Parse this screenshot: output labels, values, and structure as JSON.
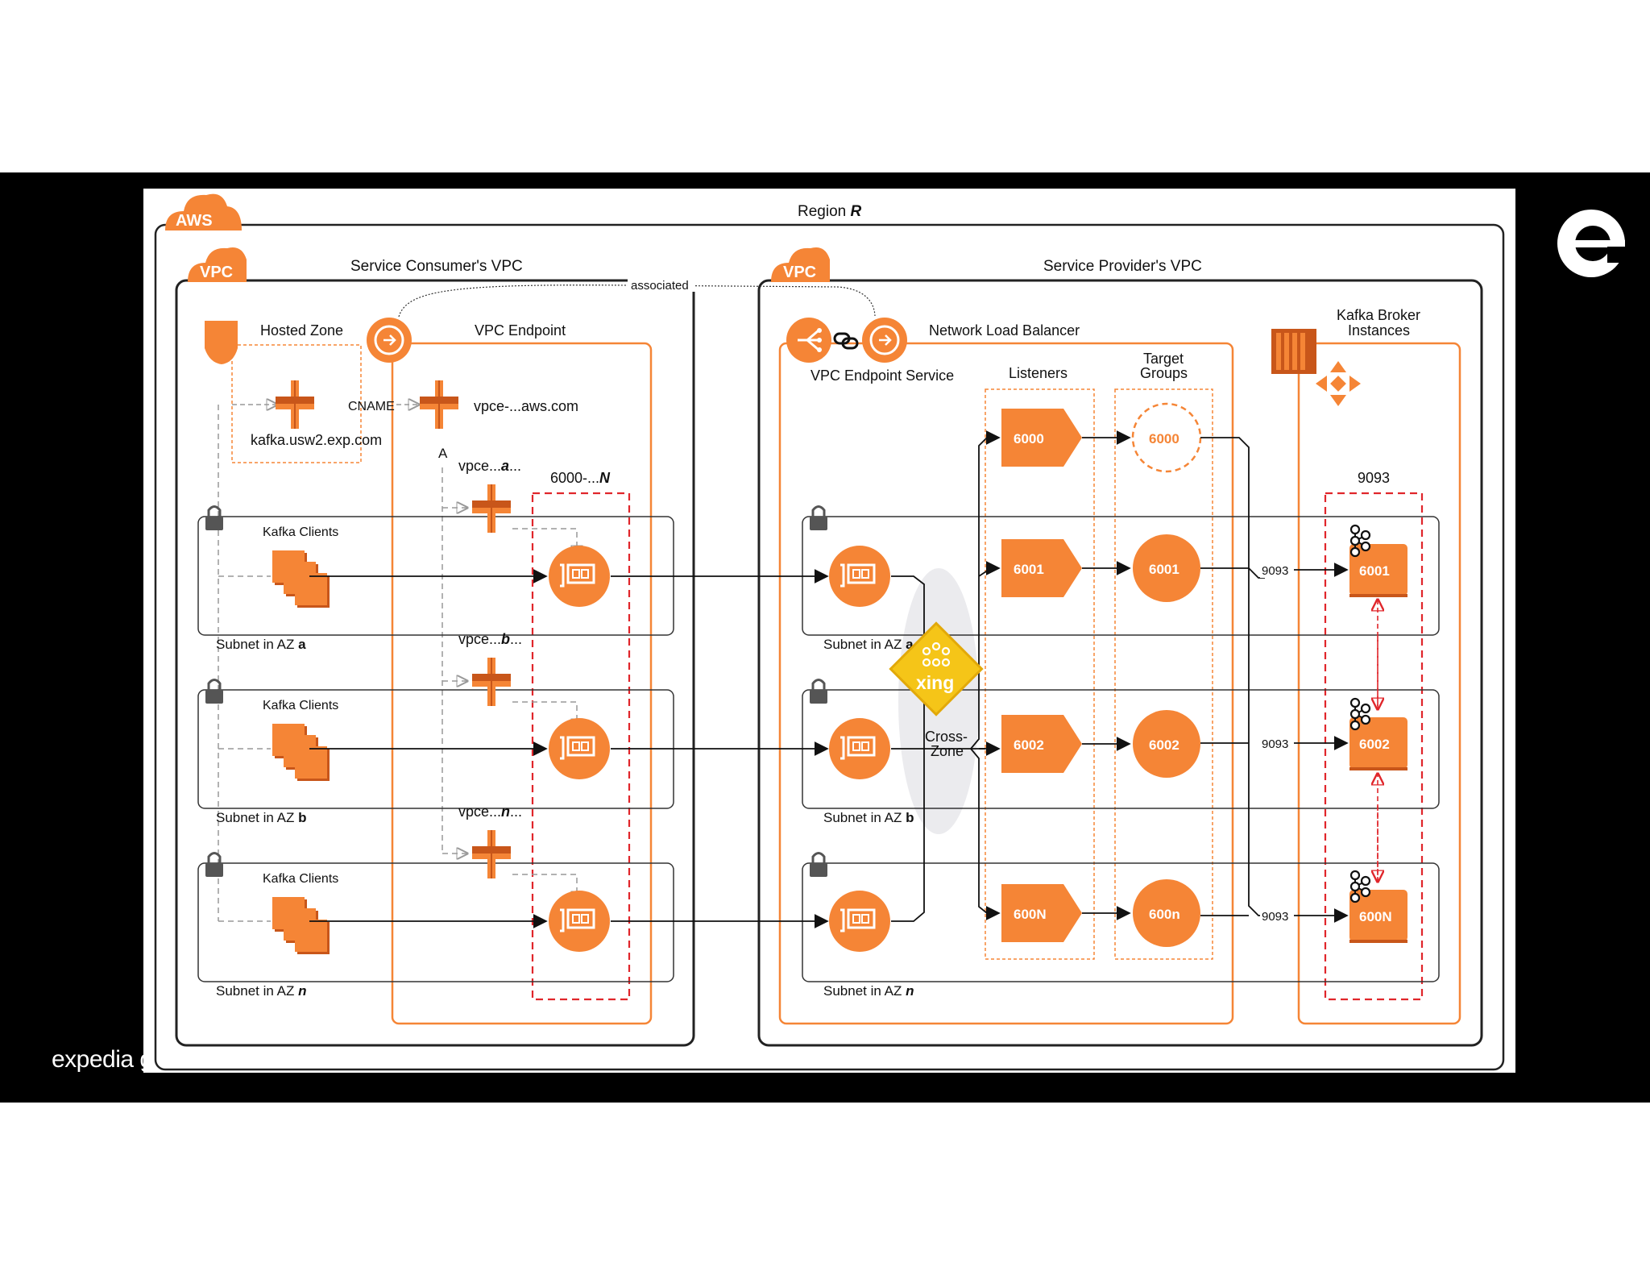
{
  "brand": {
    "text": "expedia g"
  },
  "diagram": {
    "region_label": "Region",
    "region_letter": "R",
    "aws_badge": "AWS",
    "vpc_badge": "VPC",
    "consumer_vpc": "Service Consumer's VPC",
    "provider_vpc": "Service Provider's VPC",
    "associated": "associated",
    "hosted_zone": "Hosted Zone",
    "vpc_endpoint": "VPC Endpoint",
    "cname": "CNAME",
    "a_record": "A",
    "vpce_domain": "vpce-...aws.com",
    "hosted_domain": "kafka.usw2.exp.com",
    "port_range_prefix": "6000-...",
    "port_range_letter": "N",
    "vpce_prefix": "vpce...",
    "vpce_suffix": "...",
    "kafka_clients": "Kafka Clients",
    "subnet_prefix": "Subnet in AZ",
    "az_letters": [
      "a",
      "b",
      "n"
    ],
    "nlb": "Network Load Balancer",
    "endpoint_service": "VPC Endpoint Service",
    "listeners": "Listeners",
    "target_groups_line1": "Target",
    "target_groups_line2": "Groups",
    "broker_line1": "Kafka Broker",
    "broker_line2": "Instances",
    "broker_port": "9093",
    "cross_zone_line1": "Cross-",
    "cross_zone_line2": "Zone",
    "xing": "xing",
    "listener_ports": [
      "6000",
      "6001",
      "6002",
      "600N"
    ],
    "target_ports": [
      "6000",
      "6001",
      "6002",
      "600n"
    ],
    "broker_ports": [
      "6001",
      "6002",
      "600N"
    ],
    "edge_port": "9093"
  },
  "colors": {
    "orange": "#F58536",
    "dark_orange": "#C8561A",
    "red_dashed": "#E0262B",
    "border": "#222222",
    "xing_yellow": "#F5C518"
  },
  "icons": [
    "lock-icon",
    "route53-icon",
    "eni-icon",
    "nlb-icon",
    "link-icon",
    "shield-icon",
    "kafka-icon",
    "ec2-stack-icon",
    "cloud-icon"
  ]
}
